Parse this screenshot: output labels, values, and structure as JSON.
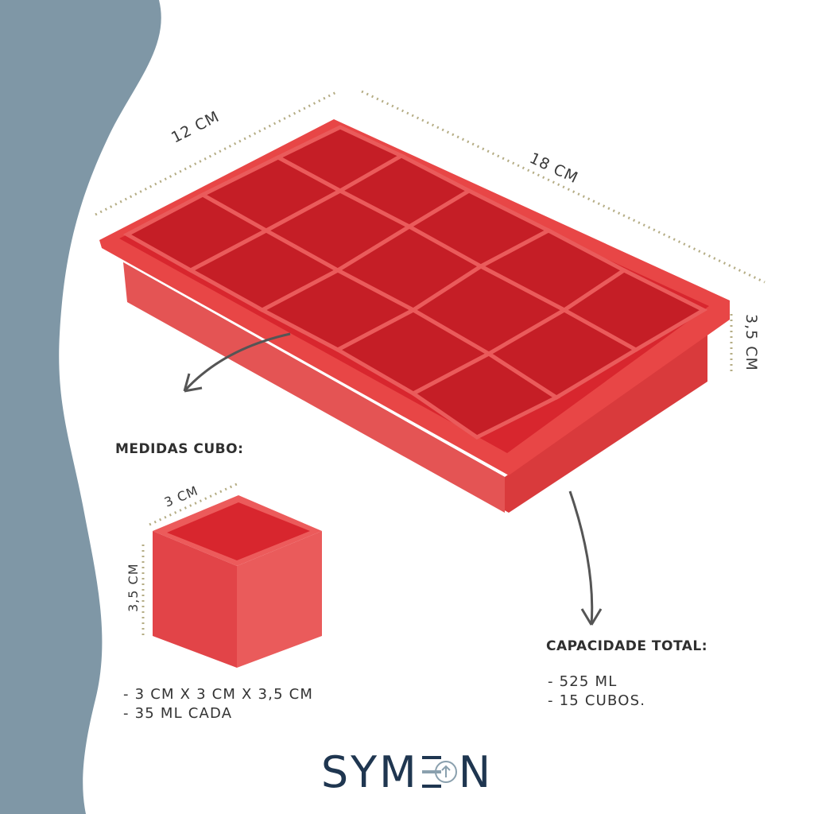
{
  "dimensions": {
    "tray_width": "12 CM",
    "tray_length": "18 CM",
    "tray_height": "3,5 CM",
    "cube_width": "3 CM",
    "cube_height": "3,5 CM"
  },
  "cube_section": {
    "heading": "MEDIDAS CUBO:",
    "lines": [
      "- 3 CM X 3 CM X 3,5 CM",
      "- 35 ML CADA"
    ]
  },
  "capacity_section": {
    "heading": "CAPACIDADE TOTAL:",
    "lines": [
      "- 525 ML",
      "- 15 CUBOS."
    ]
  },
  "brand": {
    "left": "SYM",
    "right": "N"
  },
  "colors": {
    "tray_red": "#e03a3a",
    "side_panel": "#7f97a6",
    "brand_navy": "#1f3650"
  },
  "icons": [
    "curved-arrow-left-icon",
    "curved-arrow-down-icon",
    "logo-e-arrow-icon"
  ]
}
